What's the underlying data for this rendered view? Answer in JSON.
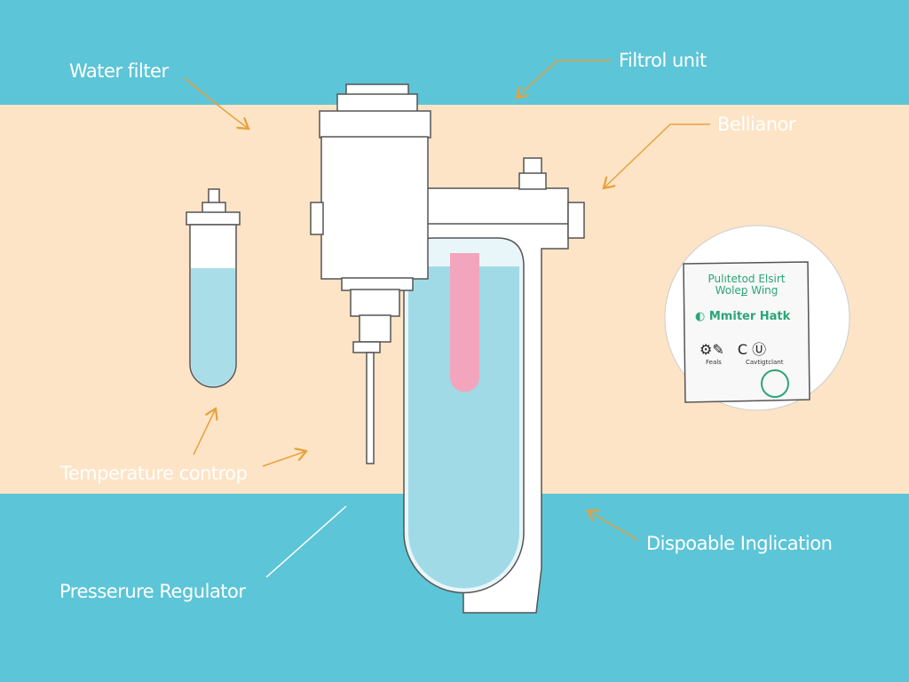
{
  "labels": {
    "water_filter": "Water filter",
    "filtrol_unit": "Filtrol unit",
    "bellianor": "Bellianor",
    "temperature": "Temperature controp",
    "pressure": "Presserure Regulator",
    "disposable": "Dispoable Inglication"
  },
  "packet": {
    "line1": "Pulıtetod Elsirt",
    "line2": "Woleք Wing",
    "brand": "Mmiter Hatk",
    "caption_left": "Feals",
    "caption_right": "Cavtigtclant"
  },
  "colors": {
    "teal": "#5cc5d7",
    "beige": "#fde4c6",
    "arrow": "#e7a13c",
    "packet_text": "#2aa676",
    "water": "#a9dde8",
    "rod": "#f3a5bd"
  }
}
